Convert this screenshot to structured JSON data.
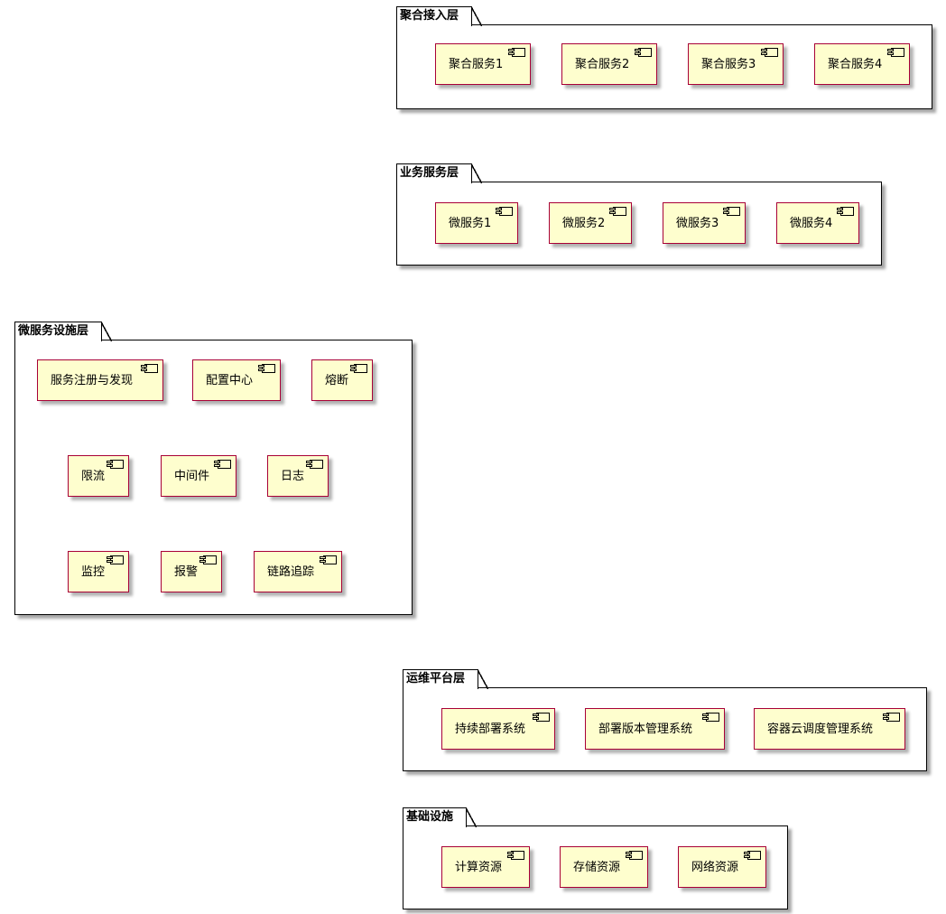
{
  "packages": [
    {
      "id": "aggregation",
      "title": "聚合接入层",
      "components": [
        "聚合服务1",
        "聚合服务2",
        "聚合服务3",
        "聚合服务4"
      ]
    },
    {
      "id": "business",
      "title": "业务服务层",
      "components": [
        "微服务1",
        "微服务2",
        "微服务3",
        "微服务4"
      ]
    },
    {
      "id": "infra-microservice",
      "title": "微服务设施层",
      "components": [
        "服务注册与发现",
        "配置中心",
        "熔断",
        "限流",
        "中间件",
        "日志",
        "监控",
        "报警",
        "链路追踪"
      ]
    },
    {
      "id": "ops",
      "title": "运维平台层",
      "components": [
        "持续部署系统",
        "部署版本管理系统",
        "容器云调度管理系统"
      ]
    },
    {
      "id": "base",
      "title": "基础设施",
      "components": [
        "计算资源",
        "存储资源",
        "网络资源"
      ]
    }
  ]
}
